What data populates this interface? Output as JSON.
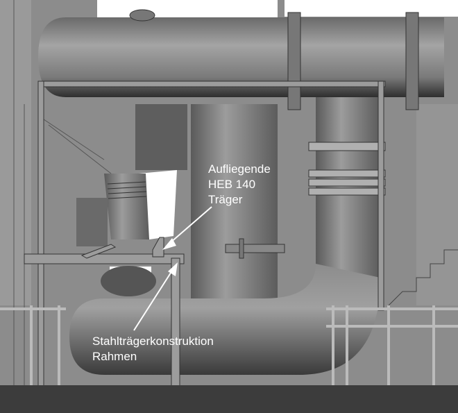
{
  "annotations": {
    "top": {
      "lines": [
        "Aufliegende",
        "HEB 140",
        "Träger"
      ]
    },
    "bottom": {
      "lines": [
        "Stahlträgerkonstruktion",
        "Rahmen"
      ]
    }
  },
  "colors": {
    "label": "#ffffff",
    "steel": "#8a8a8a",
    "background": "#ffffff"
  }
}
